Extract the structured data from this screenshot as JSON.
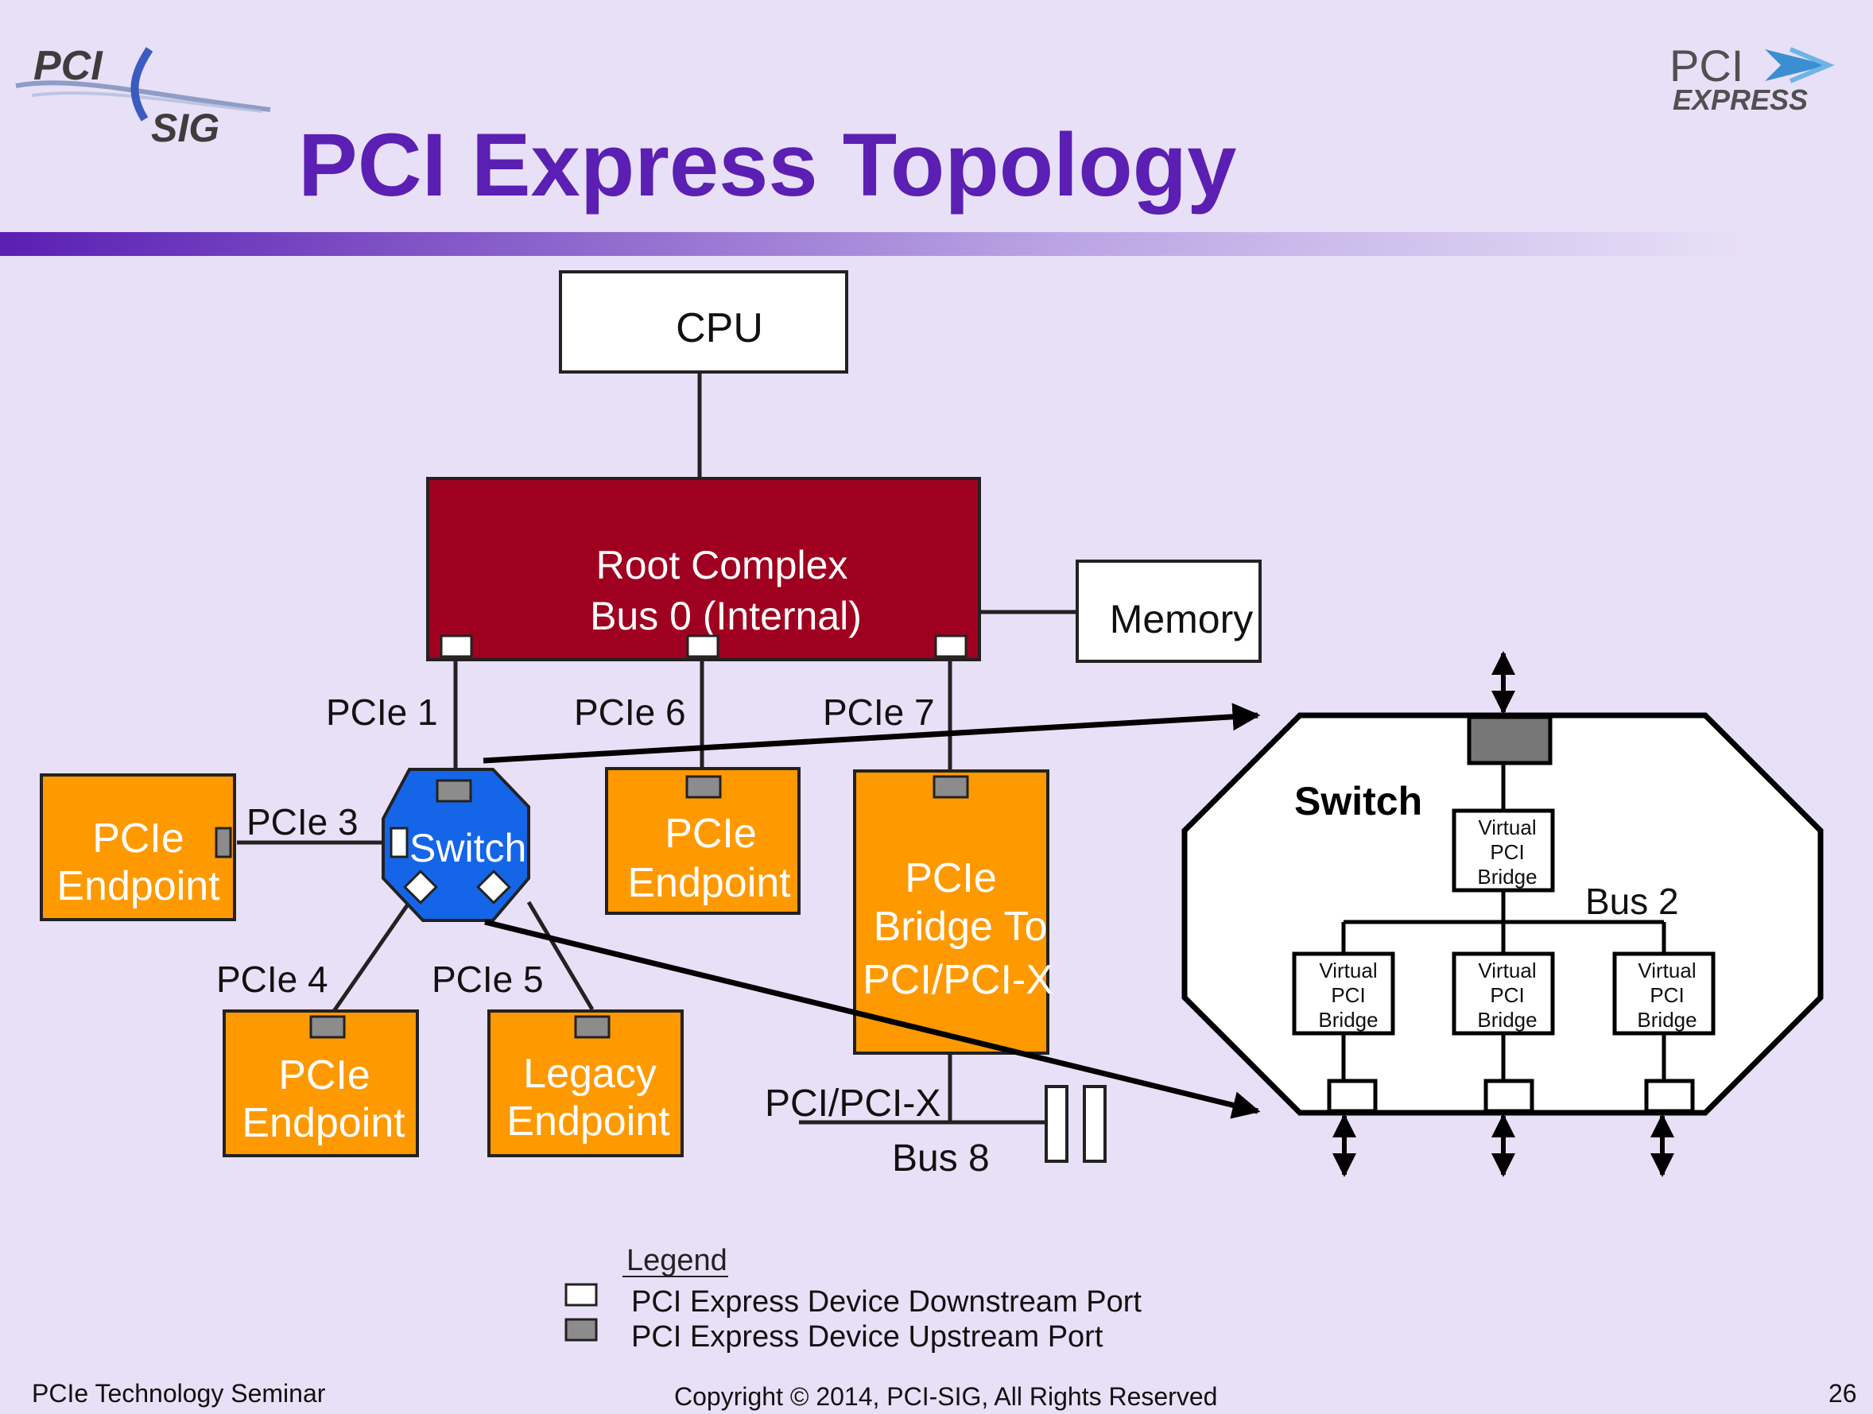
{
  "title": "PCI Express Topology",
  "logos": {
    "pcisig_top": "PCI",
    "pcisig_bottom": "SIG",
    "pcie_top": "PCI",
    "pcie_bottom": "EXPRESS"
  },
  "cpu": "CPU",
  "root_complex": {
    "line1": "Root Complex",
    "line2": "Bus 0 (Internal)"
  },
  "memory": "Memory",
  "links": {
    "pcie1": "PCIe 1",
    "pcie3": "PCIe 3",
    "pcie4": "PCIe 4",
    "pcie5": "PCIe 5",
    "pcie6": "PCIe 6",
    "pcie7": "PCIe 7"
  },
  "switch_small": "Switch",
  "endpoints": {
    "left": {
      "line1": "PCIe",
      "line2": "Endpoint"
    },
    "middle": {
      "line1": "PCIe",
      "line2": "Endpoint"
    },
    "bottom": {
      "line1": "PCIe",
      "line2": "Endpoint"
    },
    "legacy": {
      "line1": "Legacy",
      "line2": "Endpoint"
    }
  },
  "bridge": {
    "line1": "PCIe",
    "line2": "Bridge To",
    "line3": "PCI/PCI-X"
  },
  "pci_bus": {
    "label": "PCI/PCI-X",
    "bus": "Bus 8"
  },
  "switch_detail": {
    "title": "Switch",
    "bus_label": "Bus 2",
    "vpb_line1": "Virtual",
    "vpb_line2": "PCI",
    "vpb_line3": "Bridge"
  },
  "legend": {
    "title": "Legend",
    "downstream": "PCI Express Device Downstream Port",
    "upstream": "PCI Express Device Upstream Port"
  },
  "footer": {
    "left": "PCIe Technology Seminar",
    "center": "Copyright © 2014, PCI-SIG, All Rights Reserved",
    "page": "26"
  },
  "colors": {
    "background": "#e8e0f7",
    "title": "#5b1fb3",
    "root_complex": "#a00020",
    "endpoint": "#ff9900",
    "switch": "#1565e8",
    "upstream_port": "#8c8c8c",
    "downstream_port": "#ffffff"
  }
}
